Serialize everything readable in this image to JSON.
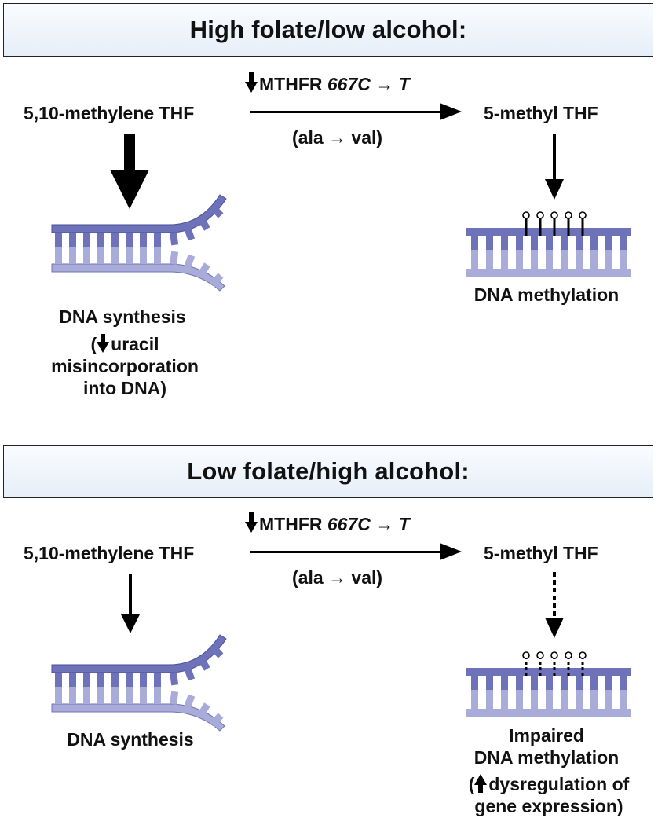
{
  "panels": [
    {
      "title": "High folate/low alcohol:",
      "enzyme_prefix": "MTHFR ",
      "enzyme_variant": "667C → T",
      "substitution": "(ala → val)",
      "substrate": "5,10-methylene THF",
      "product": "5-methyl THF",
      "left_outcome": "DNA synthesis",
      "left_note_open": "(",
      "left_note_line1": "uracil",
      "left_note_line2": "misincorporation",
      "left_note_line3": "into DNA)",
      "right_outcome_line1": "DNA methylation"
    },
    {
      "title": "Low folate/high alcohol:",
      "enzyme_prefix": "MTHFR ",
      "enzyme_variant": "667C → T",
      "substitution": "(ala → val)",
      "substrate": "5,10-methylene THF",
      "product": "5-methyl THF",
      "left_outcome": "DNA synthesis",
      "right_outcome_line1": "Impaired",
      "right_outcome_line2": "DNA methylation",
      "right_note_open": "(",
      "right_note_line1": "dysregulation of",
      "right_note_line2": "gene expression)"
    }
  ],
  "colors": {
    "dna_dark": "#6e72b8",
    "dna_light": "#a9acd9",
    "banner_fill": "#e6eef8"
  }
}
